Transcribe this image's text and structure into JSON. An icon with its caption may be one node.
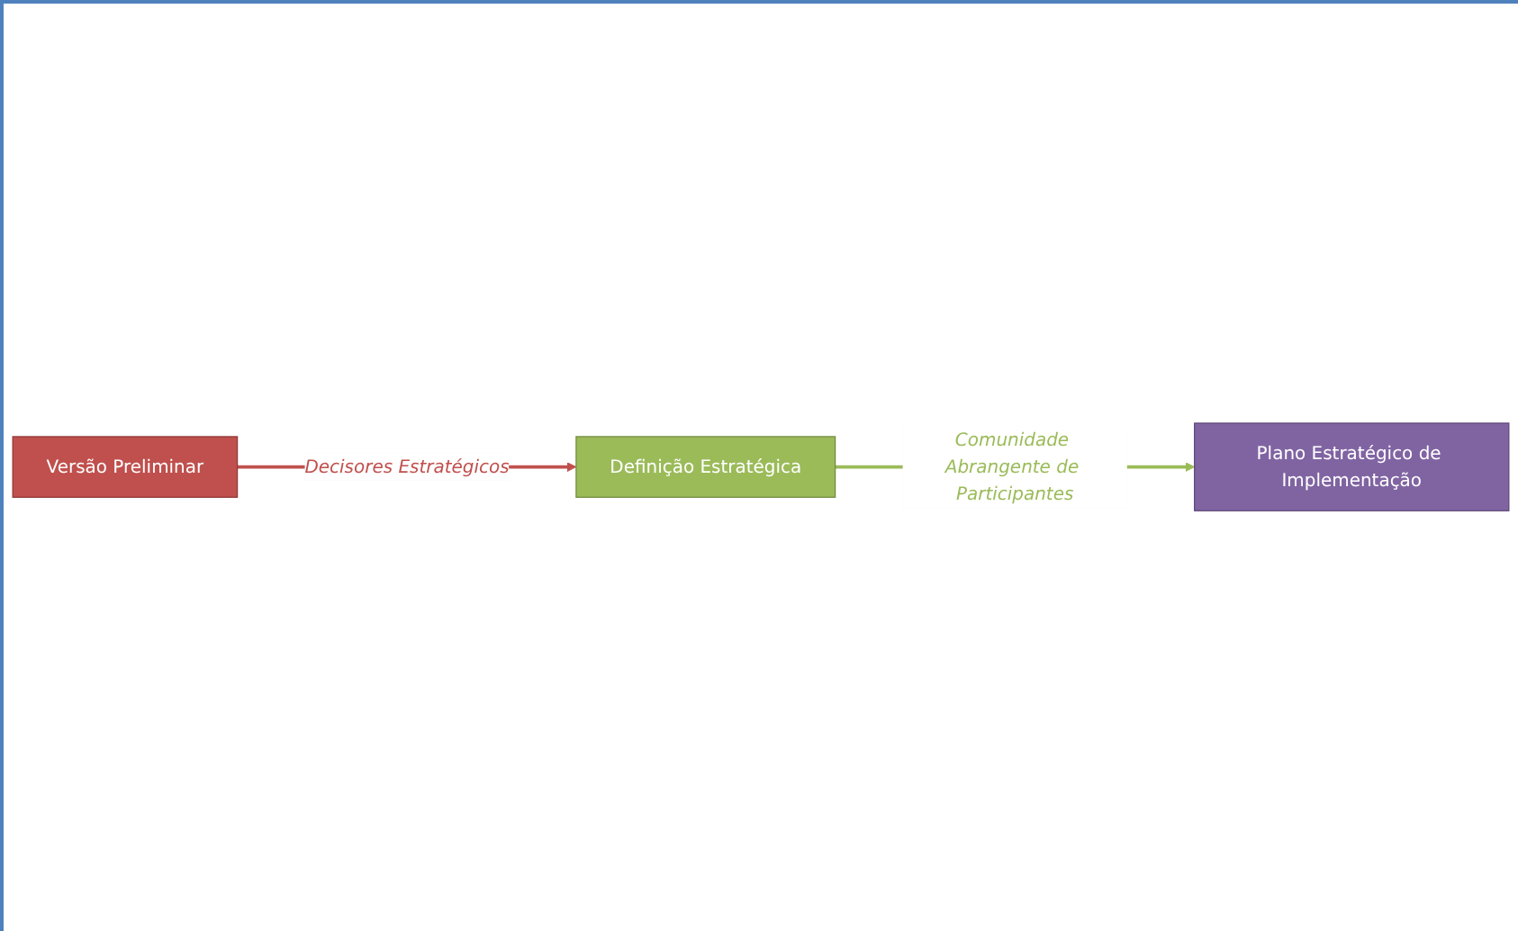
{
  "diagram": {
    "nodes": [
      {
        "text": [
          "Versão Preliminar"
        ]
      },
      {
        "text": [
          "Definição Estratégica"
        ]
      },
      {
        "text": [
          "Plano Estratégico de Implementação"
        ]
      }
    ],
    "edges": [
      {
        "from": 0,
        "to": 1,
        "arrow": "to",
        "label": "Decisores Estratégicos",
        "color": "#c0504d"
      },
      {
        "from": 1,
        "to": 2,
        "arrow": "to",
        "label": "Comunidade Abrangente de Participantes",
        "color": "#9bbb59"
      }
    ]
  }
}
